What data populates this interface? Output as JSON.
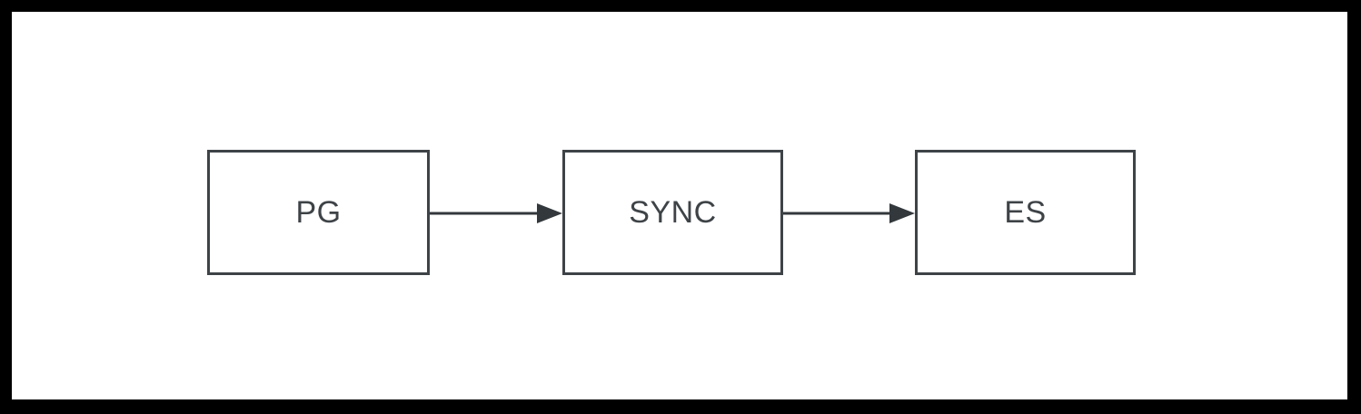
{
  "diagram": {
    "type": "flowchart",
    "direction": "left-to-right",
    "colors": {
      "frame": "#000000",
      "canvas-bg": "#ffffff",
      "node-border": "#3e4347",
      "node-text": "#3e4347",
      "arrow": "#33383c"
    },
    "nodes": [
      {
        "id": "pg",
        "label": "PG"
      },
      {
        "id": "sync",
        "label": "SYNC"
      },
      {
        "id": "es",
        "label": "ES"
      }
    ],
    "edges": [
      {
        "from": "PG",
        "to": "SYNC",
        "style": "solid-arrow"
      },
      {
        "from": "SYNC",
        "to": "ES",
        "style": "solid-arrow"
      }
    ]
  }
}
